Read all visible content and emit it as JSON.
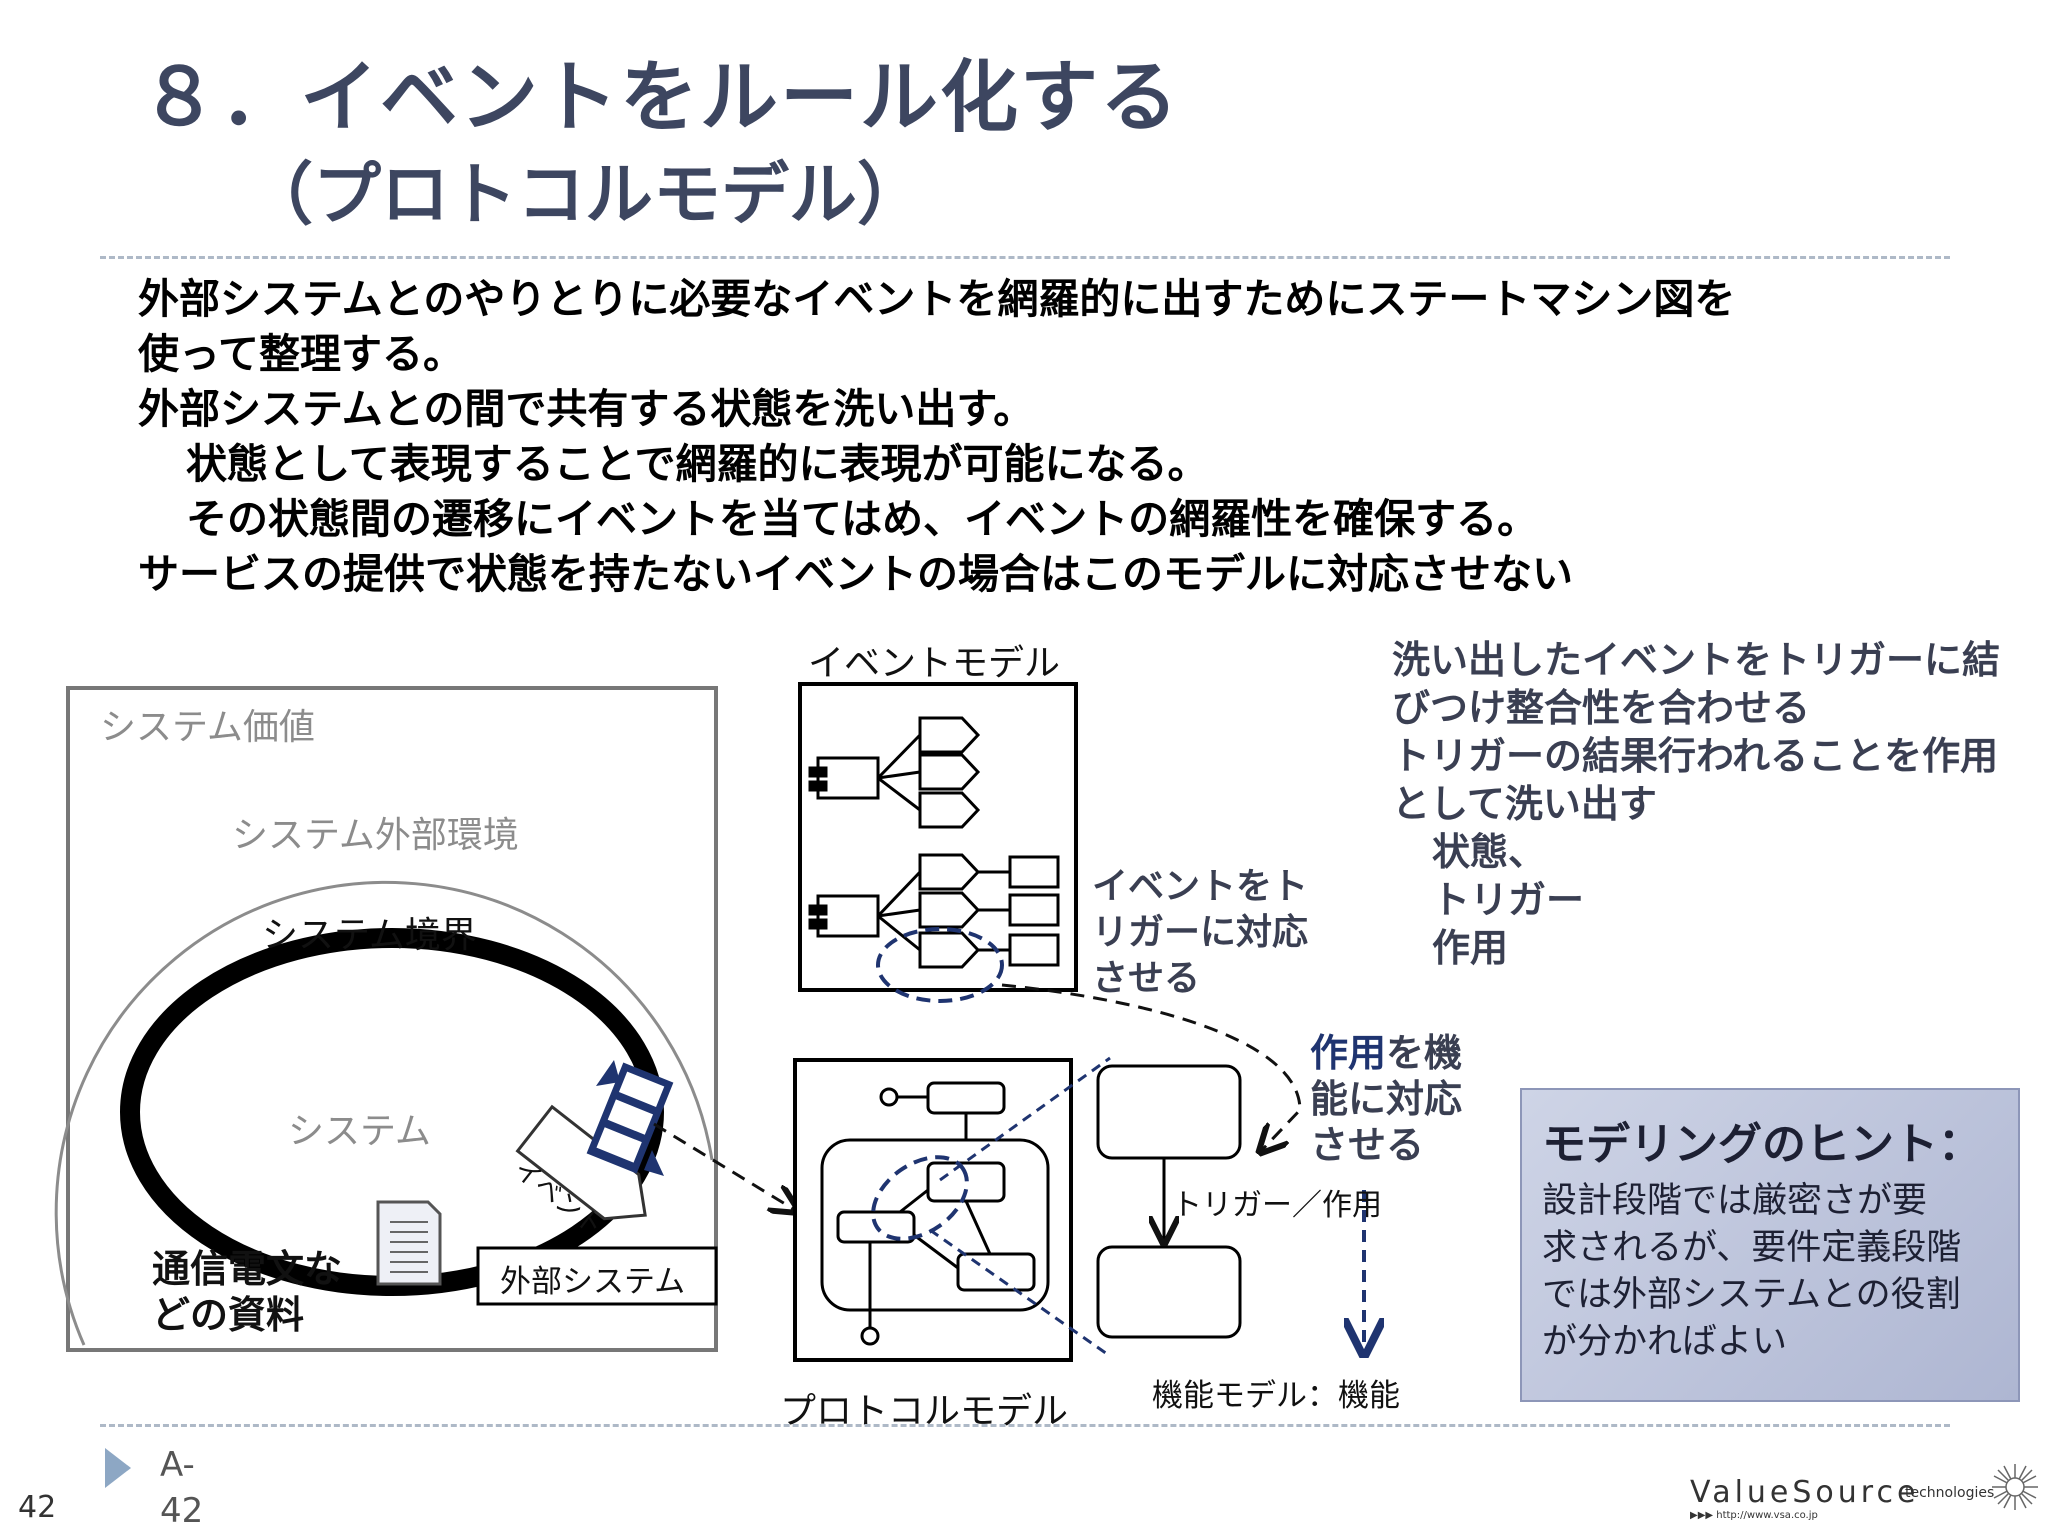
{
  "slide": {
    "title": "８．イベントをルール化する",
    "subtitle": "（プロトコルモデル）"
  },
  "body": {
    "lines": [
      "外部システムとのやりとりに必要なイベントを網羅的に出すためにステートマシン図を",
      "使って整理する。",
      "外部システムとの間で共有する状態を洗い出す。",
      "状態として表現することで網羅的に表現が可能になる。",
      "その状態間の遷移にイベントを当てはめ、イベントの網羅性を確保する。",
      "サービスの提供で状態を持たないイベントの場合はこのモデルに対応させない"
    ]
  },
  "left_diagram": {
    "system_value": "システム価値",
    "external_env": "システム外部環境",
    "boundary": "システム境界",
    "system": "システム",
    "event_tag": "イベント",
    "external_system": "外部システム",
    "documents_line1": "通信電文な",
    "documents_line2": "どの資料"
  },
  "center_diagram": {
    "event_model": "イベントモデル",
    "map_to_trigger_1": "イベントをト",
    "map_to_trigger_2": "リガーに対応",
    "map_to_trigger_3": "させる",
    "protocol_model": "プロトコルモデル",
    "effect_1_strong": "作用",
    "effect_1_rest": "を機",
    "effect_2": "能に対応",
    "effect_3": "させる",
    "trigger_effect": "トリガー／作用",
    "function_model": "機能モデル：機能"
  },
  "right_text": {
    "lines": [
      "洗い出したイベントをトリガーに結",
      "びつけ整合性を合わせる",
      "トリガーの結果行われることを作用",
      "として洗い出す",
      "状態、",
      "トリガー",
      "作用"
    ]
  },
  "hint": {
    "title": "モデリングのヒント：",
    "lines": [
      "設計段階では厳密さが要",
      "求されるが、要件定義段階",
      "では外部システムとの役割",
      "が分かればよい"
    ]
  },
  "footer": {
    "slide_number": "42",
    "ref_line1": "A-",
    "ref_line2": "42",
    "logo": "ValueSource",
    "logo_sub": "technologies",
    "logo_url": "▶▶▶ http://www.vsa.co.jp"
  },
  "colors": {
    "title": "#3d4660",
    "accent_navy": "#1f3470",
    "hint_box": "#bcc3dc",
    "rule": "#aeb9c7"
  }
}
